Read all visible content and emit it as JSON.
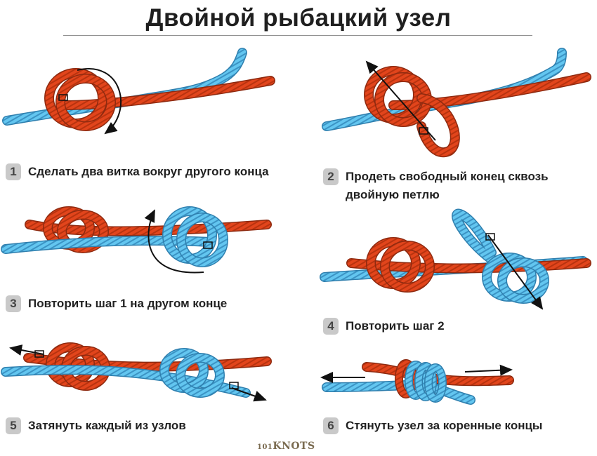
{
  "title": "Двойной рыбацкий узел",
  "colors": {
    "red": "#e2451c",
    "red_dark": "#8e2a10",
    "blue": "#5ec3ee",
    "blue_dark": "#2f7fae",
    "arrow": "#111111"
  },
  "steps": [
    {
      "num": "1",
      "text": "Сделать два витка вокруг другого конца"
    },
    {
      "num": "2",
      "text": "Продеть свободный конец сквозь\nдвойную петлю"
    },
    {
      "num": "3",
      "text": "Повторить шаг 1 на другом конце"
    },
    {
      "num": "4",
      "text": "Повторить шаг 2"
    },
    {
      "num": "5",
      "text": "Затянуть каждый из узлов"
    },
    {
      "num": "6",
      "text": "Стянуть узел за коренные концы"
    }
  ],
  "logo": {
    "prefix": "101",
    "name": "KNOTS"
  }
}
